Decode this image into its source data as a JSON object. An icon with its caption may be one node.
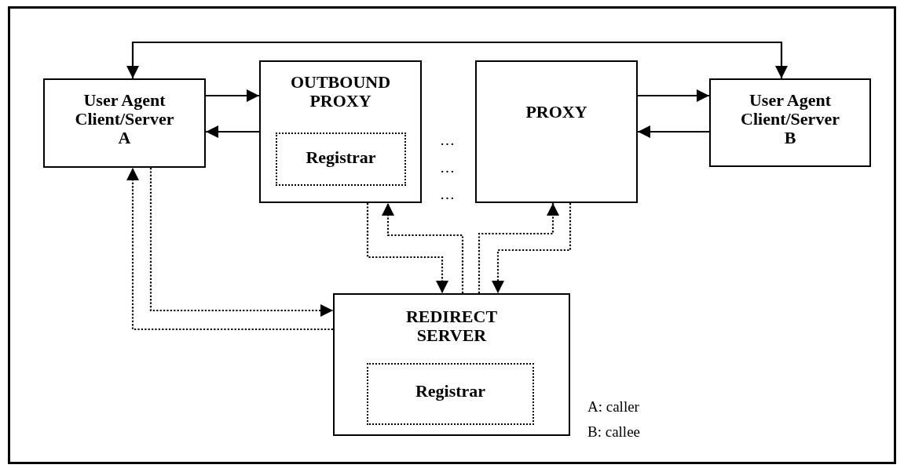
{
  "diagram": {
    "nodes": [
      {
        "text": [
          "User Agent Client/Server A"
        ]
      },
      {
        "text": [
          "OUTBOUND PROXY"
        ]
      },
      {
        "text": [
          "Registrar"
        ],
        "in": 1
      },
      {
        "text": [
          "PROXY"
        ]
      },
      {
        "text": [
          "User Agent Client/Server B"
        ]
      },
      {
        "text": [
          "REDIRECT SERVER"
        ]
      },
      {
        "text": [
          "Registrar"
        ],
        "in": 5
      }
    ],
    "edges": [
      {
        "from": 0,
        "to": 4,
        "arrow": "both"
      },
      {
        "from": 0,
        "to": 1,
        "arrow": "to"
      },
      {
        "from": 1,
        "to": 0,
        "arrow": "to"
      },
      {
        "from": 3,
        "to": 4,
        "arrow": "to"
      },
      {
        "from": 4,
        "to": 3,
        "arrow": "to"
      },
      {
        "from": 0,
        "to": 5,
        "arrow": "to",
        "style": "dashed"
      },
      {
        "from": 5,
        "to": 0,
        "arrow": "to",
        "style": "dashed"
      },
      {
        "from": 1,
        "to": 5,
        "arrow": "to",
        "style": "dashed"
      },
      {
        "from": 5,
        "to": 1,
        "arrow": "to",
        "style": "dashed"
      },
      {
        "from": 5,
        "to": 3,
        "arrow": "to",
        "style": "dashed"
      },
      {
        "from": 3,
        "to": 5,
        "arrow": "to",
        "style": "dashed"
      }
    ],
    "labels": [
      "…",
      "…",
      "…",
      "A: caller",
      "B: callee"
    ]
  }
}
